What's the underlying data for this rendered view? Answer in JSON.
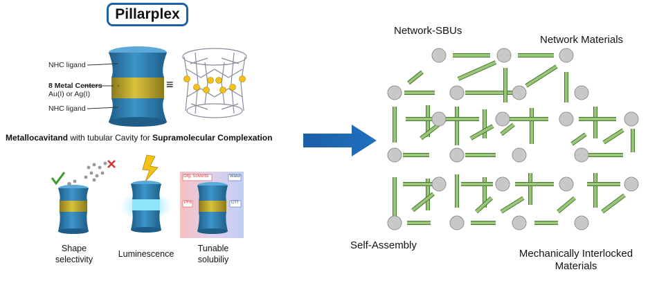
{
  "title": "Pillarplex",
  "pillar_labels": {
    "top": "NHC ligand",
    "middle_bold": "8 Metal Centers",
    "middle_sub": "Au(I) or Ag(I)",
    "bottom": "NHC ligand",
    "equiv": "≡"
  },
  "caption": {
    "part1": "Metallocavitand",
    "part2": " with tubular Cavity for ",
    "part3": "Supramolecular Complexation"
  },
  "features": [
    {
      "line1": "Shape",
      "line2": "selectivity"
    },
    {
      "line1": "Luminescence",
      "line2": ""
    },
    {
      "line1": "Tunable",
      "line2": "solubiliy"
    }
  ],
  "solvent_tags": {
    "org": "Org. Solvents",
    "water": "Water",
    "pf6": "PF6",
    "otf": "OTf"
  },
  "network_labels": {
    "sbu": "Network-SBUs",
    "materials": "Network Materials",
    "self_assembly": "Self-Assembly",
    "mim_line1": "Mechanically Interlocked",
    "mim_line2": "Materials"
  },
  "colors": {
    "accent_blue": "#1d5fa8",
    "pillar_blue": "#2f7fb4",
    "gold": "#c9b02c",
    "rod_green": "#9cc57a",
    "node_grey": "#c8c8c8"
  }
}
